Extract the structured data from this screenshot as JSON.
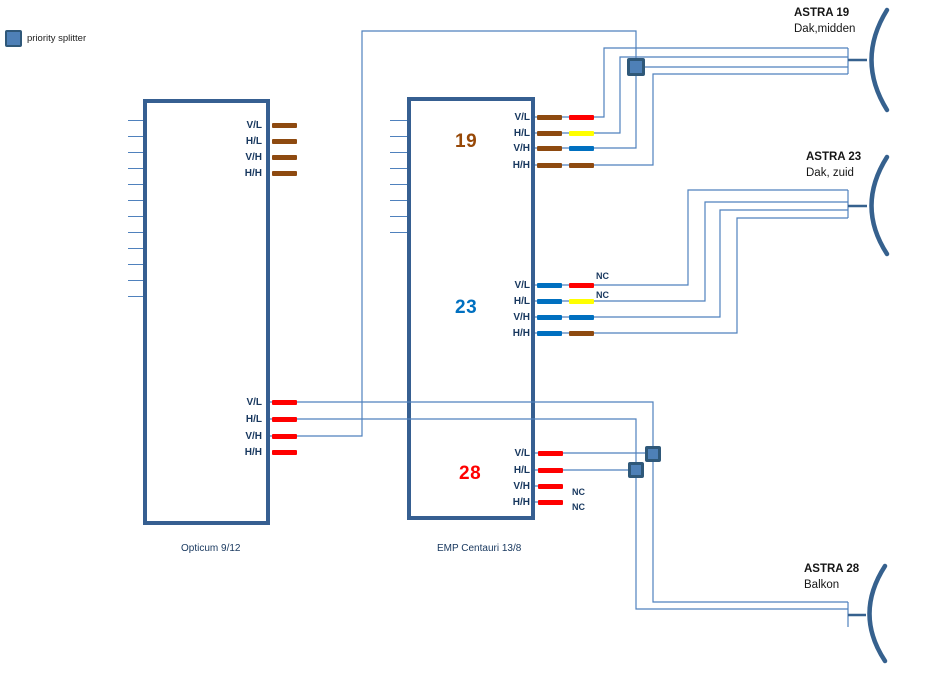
{
  "colors": {
    "line": "#4f81bd",
    "box_border": "#365f91",
    "arc": "#36618e",
    "bar_brown": "#8e4a10",
    "bar_red": "#ff0000",
    "bar_yellow": "#ffff00",
    "bar_blue": "#0070c0",
    "splitter_fill": "#4e80b7",
    "splitter_border": "#2f5879",
    "label_color": "#17375e",
    "num_19": "#974807",
    "num_23": "#0070c0",
    "num_28": "#ff0000"
  },
  "legend": {
    "label": "priority splitter"
  },
  "opticum": {
    "caption": "Opticum 9/12",
    "top_ports": [
      {
        "label": "V/L",
        "color": "brown"
      },
      {
        "label": "H/L",
        "color": "brown"
      },
      {
        "label": "V/H",
        "color": "brown"
      },
      {
        "label": "H/H",
        "color": "brown"
      }
    ],
    "bottom_ports": [
      {
        "label": "V/L",
        "color": "red"
      },
      {
        "label": "H/L",
        "color": "red"
      },
      {
        "label": "V/H",
        "color": "red"
      },
      {
        "label": "H/H",
        "color": "red"
      }
    ]
  },
  "emp": {
    "caption": "EMP Centauri 13/8",
    "sections": [
      {
        "number": "19",
        "ports": [
          {
            "label": "V/L",
            "inner": "brown",
            "outer": "red"
          },
          {
            "label": "H/L",
            "inner": "brown",
            "outer": "yellow"
          },
          {
            "label": "V/H",
            "inner": "brown",
            "outer": "blue"
          },
          {
            "label": "H/H",
            "inner": "brown",
            "outer": "brown"
          }
        ]
      },
      {
        "number": "23",
        "ports": [
          {
            "label": "V/L",
            "inner": "blue",
            "outer": "red",
            "nc": "NC"
          },
          {
            "label": "H/L",
            "inner": "blue",
            "outer": "yellow",
            "nc": "NC"
          },
          {
            "label": "V/H",
            "inner": "blue",
            "outer": "blue"
          },
          {
            "label": "H/H",
            "inner": "blue",
            "outer": "brown"
          }
        ]
      },
      {
        "number": "28",
        "ports": [
          {
            "label": "V/L",
            "color": "red"
          },
          {
            "label": "H/L",
            "color": "red"
          },
          {
            "label": "V/H",
            "color": "red",
            "nc": "NC"
          },
          {
            "label": "H/H",
            "color": "red",
            "nc": "NC"
          }
        ]
      }
    ]
  },
  "dishes": [
    {
      "title": "ASTRA 19",
      "location": "Dak,midden"
    },
    {
      "title": "ASTRA 23",
      "location": "Dak, zuid"
    },
    {
      "title": "ASTRA 28",
      "location": "Balkon"
    }
  ]
}
